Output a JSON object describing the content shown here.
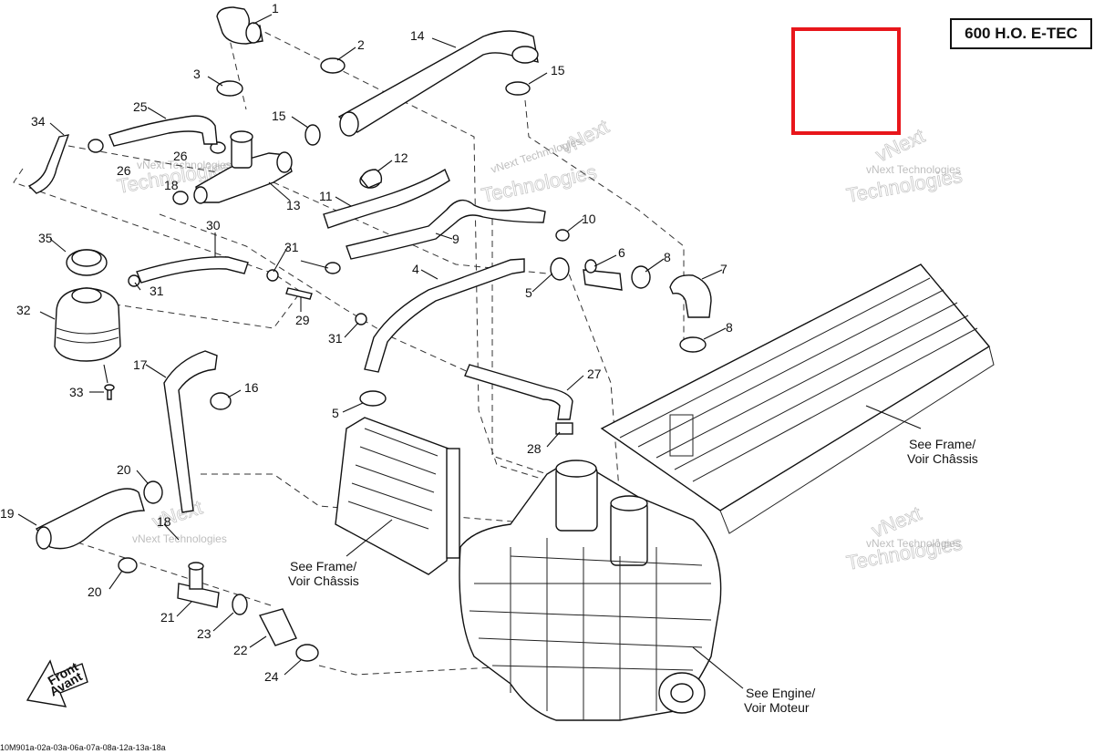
{
  "model": "600 H.O. E-TEC",
  "document_code": "10M901a-02a-03a-06a-07a-08a-12a-13a-18a",
  "front_arrow": {
    "line1": "Front",
    "line2": "Avant"
  },
  "references": {
    "frame_right_1": "See Frame/",
    "frame_right_2": "Voir Châssis",
    "frame_mid_1": "See Frame/",
    "frame_mid_2": "Voir Châssis",
    "engine_1": "See Engine/",
    "engine_2": "Voir Moteur"
  },
  "watermark": {
    "line1": "vNext Technologies",
    "line2": "Technologies",
    "line3": "vNext"
  },
  "callouts": {
    "c1": "1",
    "c2": "2",
    "c3": "3",
    "c4": "4",
    "c5a": "5",
    "c5b": "5",
    "c6": "6",
    "c7": "7",
    "c8a": "8",
    "c8b": "8",
    "c9": "9",
    "c10": "10",
    "c11": "11",
    "c12": "12",
    "c13": "13",
    "c14": "14",
    "c15a": "15",
    "c15b": "15",
    "c16": "16",
    "c17": "17",
    "c18a": "18",
    "c18b": "18",
    "c19": "19",
    "c20a": "20",
    "c20b": "20",
    "c21": "21",
    "c22": "22",
    "c23": "23",
    "c24": "24",
    "c25": "25",
    "c26a": "26",
    "c26b": "26",
    "c27": "27",
    "c28": "28",
    "c29": "29",
    "c30": "30",
    "c31a": "31",
    "c31b": "31",
    "c31c": "31",
    "c32": "32",
    "c33": "33",
    "c34": "34",
    "c35": "35"
  }
}
